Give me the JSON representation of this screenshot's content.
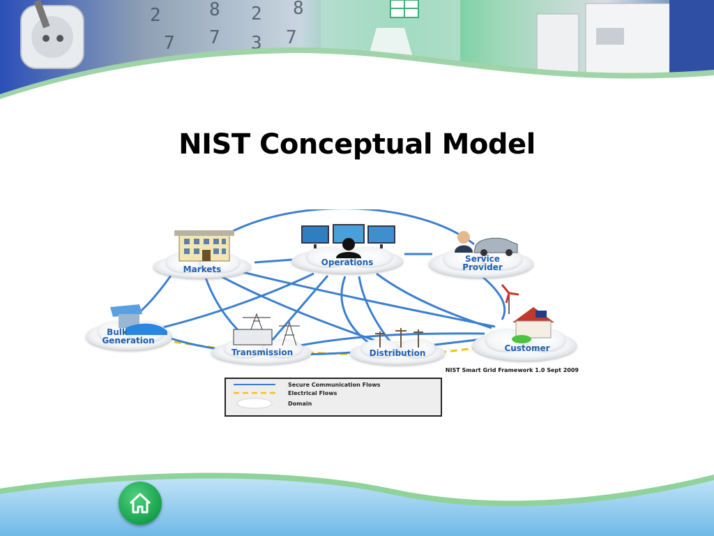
{
  "slide": {
    "title": "NIST Conceptual Model"
  },
  "diagram": {
    "domains": [
      {
        "id": "markets",
        "label": "Markets"
      },
      {
        "id": "operations",
        "label": "Operations"
      },
      {
        "id": "service-provider",
        "label": "Service Provider",
        "lines": [
          "Service",
          "Provider"
        ]
      },
      {
        "id": "bulk-generation",
        "label": "Bulk Generation",
        "lines": [
          "Bulk",
          "Generation"
        ]
      },
      {
        "id": "transmission",
        "label": "Transmission"
      },
      {
        "id": "distribution",
        "label": "Distribution"
      },
      {
        "id": "customer",
        "label": "Customer"
      }
    ],
    "caption": "NIST Smart Grid Framework 1.0 Sept 2009",
    "legend": {
      "communication": "Secure Communication Flows",
      "electrical": "Electrical Flows",
      "domain": "Domain"
    },
    "colors": {
      "communication": "#3a7fd0",
      "electrical": "#f2c21b",
      "domain_label": "#1f5fb0"
    }
  },
  "nav": {
    "home_icon": "home-icon"
  }
}
